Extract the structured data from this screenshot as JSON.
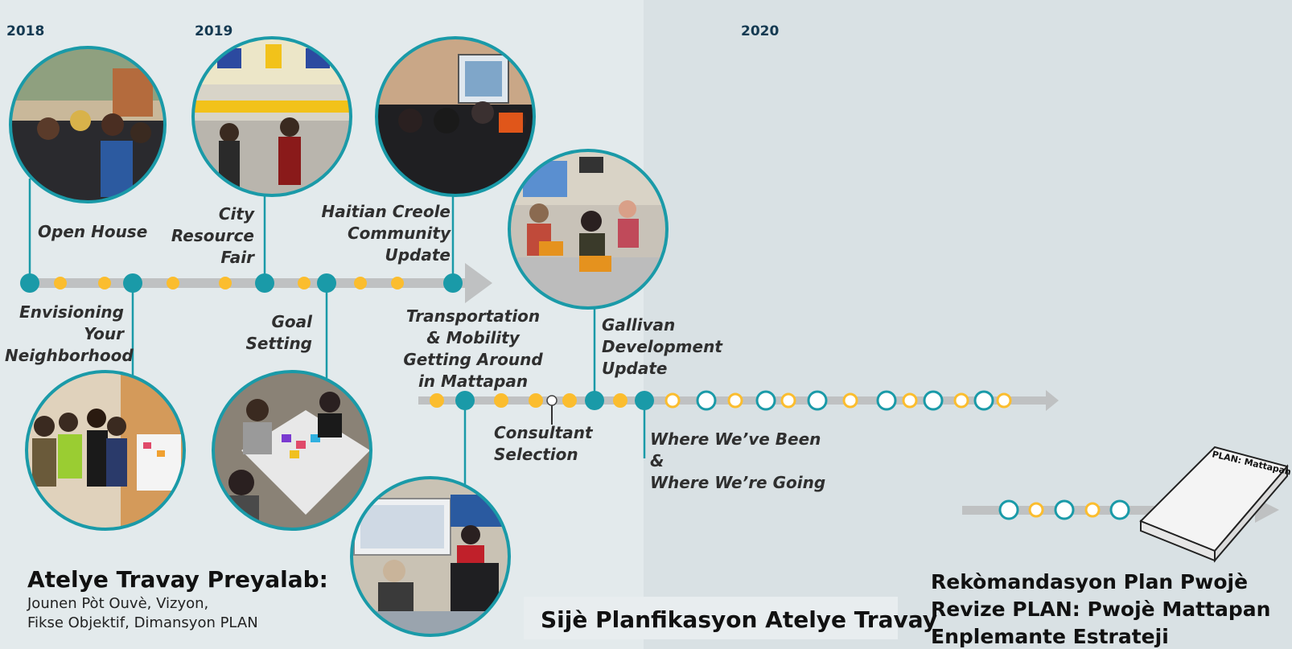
{
  "years": [
    "2018",
    "2019",
    "2020"
  ],
  "events_top": {
    "open_house": "Open House",
    "city_resource_fair": [
      "City",
      "Resource",
      "Fair"
    ],
    "haitian_creole_update": [
      "Haitian Creole",
      "Community",
      "Update"
    ]
  },
  "events_bottom": {
    "envisioning": [
      "Envisioning",
      "Your",
      "Neighborhood"
    ],
    "goal_setting": [
      "Goal",
      "Setting"
    ],
    "transportation": [
      "Transportation",
      "& Mobility",
      "Getting Around",
      "in Mattapan"
    ],
    "consultant_selection": [
      "Consultant",
      "Selection"
    ],
    "gallivan": [
      "Gallivan",
      "Development",
      "Update"
    ],
    "where_weve_been": [
      "Where We’ve Been &",
      "Where We’re Going"
    ]
  },
  "sections": {
    "prep": {
      "title": "Atelye Travay Preyalab:",
      "lines": [
        "Jounen Pòt Ouvè, Vizyon,",
        "Fikse Objektif, Dimansyon PLAN"
      ]
    },
    "topic": {
      "title": "Sijè Planfikasyon Atelye Travay"
    },
    "recommend": {
      "lines": [
        "Rekòmandasyon Plan Pwojè",
        "Revize PLAN: Pwojè Mattapan",
        "Enplemante Estrateji"
      ]
    }
  },
  "plan_cover": "PLAN: Mattapan",
  "colors": {
    "teal": "#1a9aa8",
    "yellow": "#fbbd2e",
    "track": "#bfc1c2",
    "dark_navy": "#153a52"
  }
}
